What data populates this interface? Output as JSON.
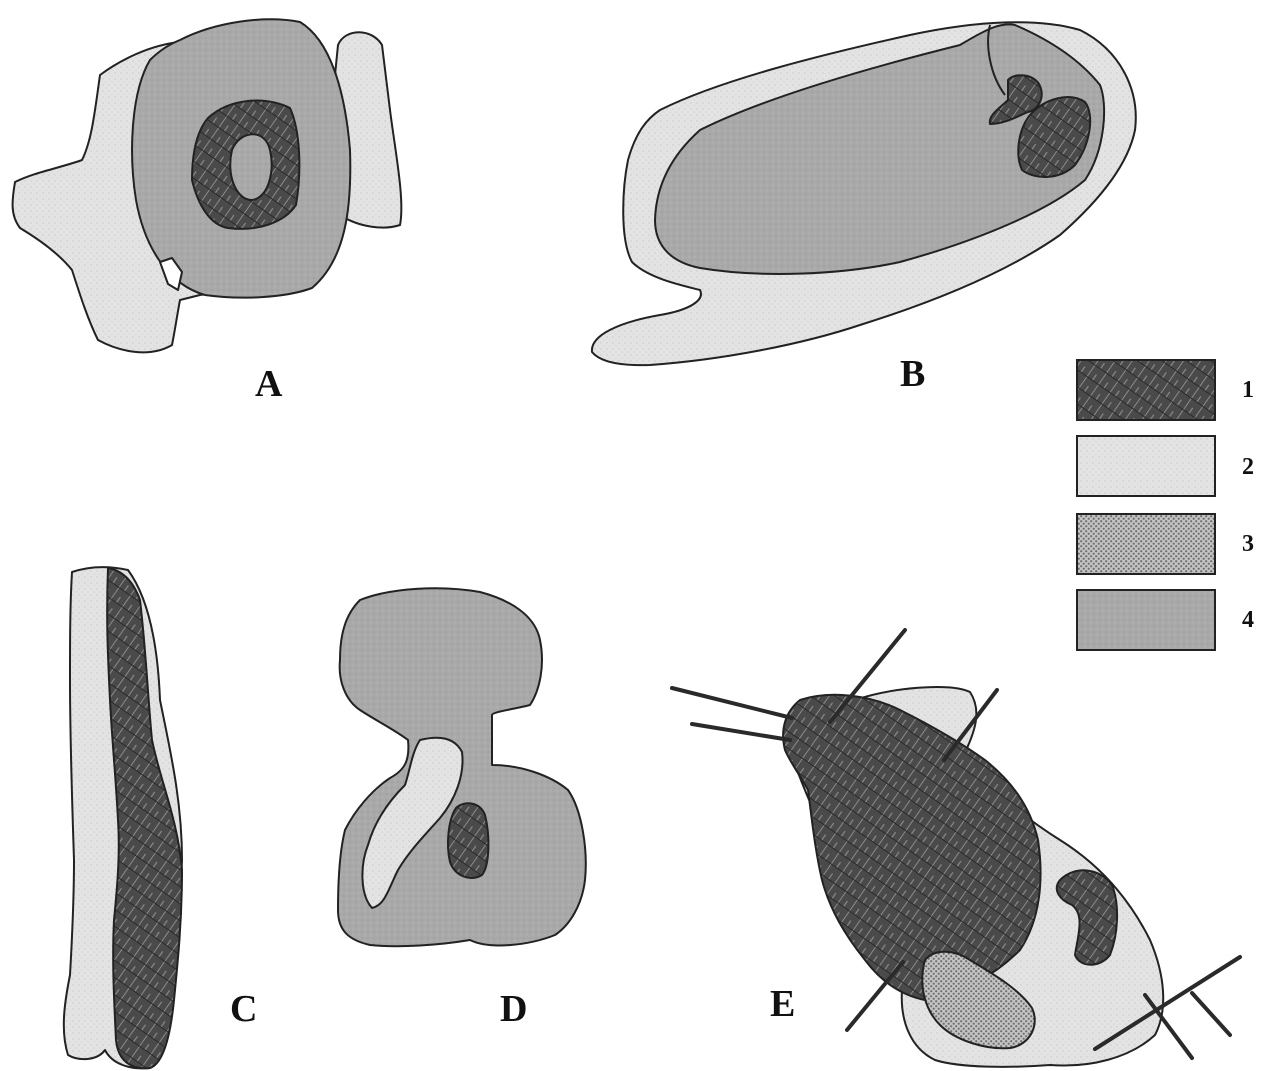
{
  "panels": {
    "a": {
      "label": "A"
    },
    "b": {
      "label": "B"
    },
    "c": {
      "label": "C"
    },
    "d": {
      "label": "D"
    },
    "e": {
      "label": "E"
    }
  },
  "legend": [
    {
      "number": "1",
      "fill": "#4a4a4a",
      "pattern": "dark-hatched"
    },
    {
      "number": "2",
      "fill": "#e3e3e3",
      "pattern": "light-stipple"
    },
    {
      "number": "3",
      "fill": "#9f9f9f",
      "pattern": "fine-dots"
    },
    {
      "number": "4",
      "fill": "#a9a9a9",
      "pattern": "medium-grey"
    }
  ],
  "colors": {
    "outline": "#222222",
    "background": "#ffffff"
  }
}
